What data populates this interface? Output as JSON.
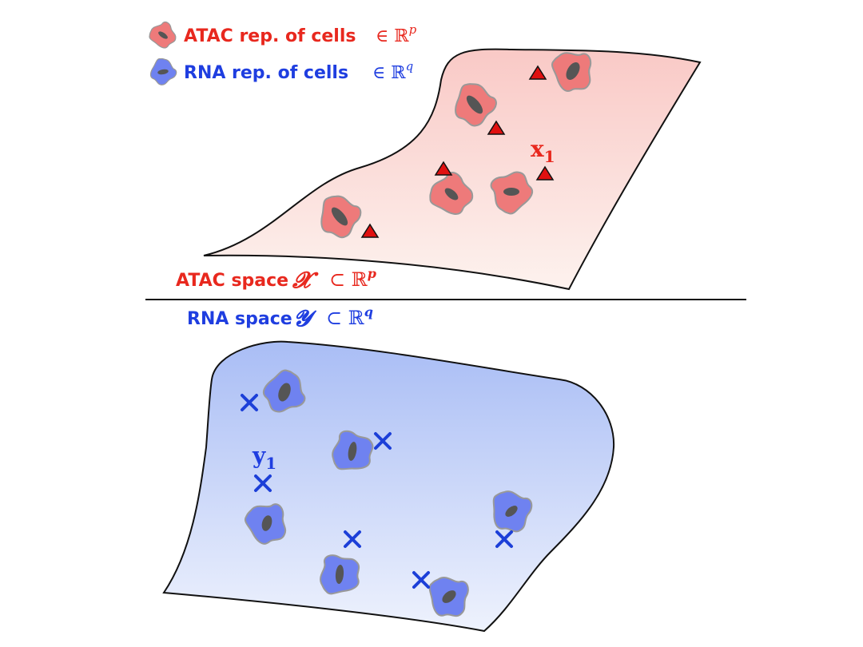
{
  "legend": {
    "atac": {
      "label": "ATAC rep. of cells",
      "math": "∈ ℝ",
      "sup": "p"
    },
    "rna": {
      "label": "RNA rep. of cells",
      "math": "∈ ℝ",
      "sup": "q"
    }
  },
  "atac_space": {
    "label": "ATAC space",
    "symbol": "𝓧",
    "subset": "⊂ ℝ",
    "sup": "p",
    "sample_label": "x",
    "sample_sub": "1"
  },
  "rna_space": {
    "label": "RNA space",
    "symbol": "𝓨",
    "subset": "⊂ ℝ",
    "sup": "q",
    "sample_label": "y",
    "sample_sub": "1"
  },
  "colors": {
    "atac_text": "#e8281e",
    "atac_cell": "#ee7a7a",
    "atac_marker": "#e01010",
    "rna_text": "#1f3ee0",
    "rna_cell": "#6f82f0",
    "rna_marker": "#1c3fd8",
    "nucleus": "#555555",
    "upper_surface_top": "#f9c9c6",
    "upper_surface_bottom": "#fdf2ee",
    "lower_surface_top": "#a9bdf5",
    "lower_surface_bottom": "#eef2fd"
  },
  "icons": {
    "atac_cell": "cell-blob-icon",
    "rna_cell": "cell-blob-icon",
    "atac_sample": "triangle-icon",
    "rna_sample": "cross-icon"
  }
}
